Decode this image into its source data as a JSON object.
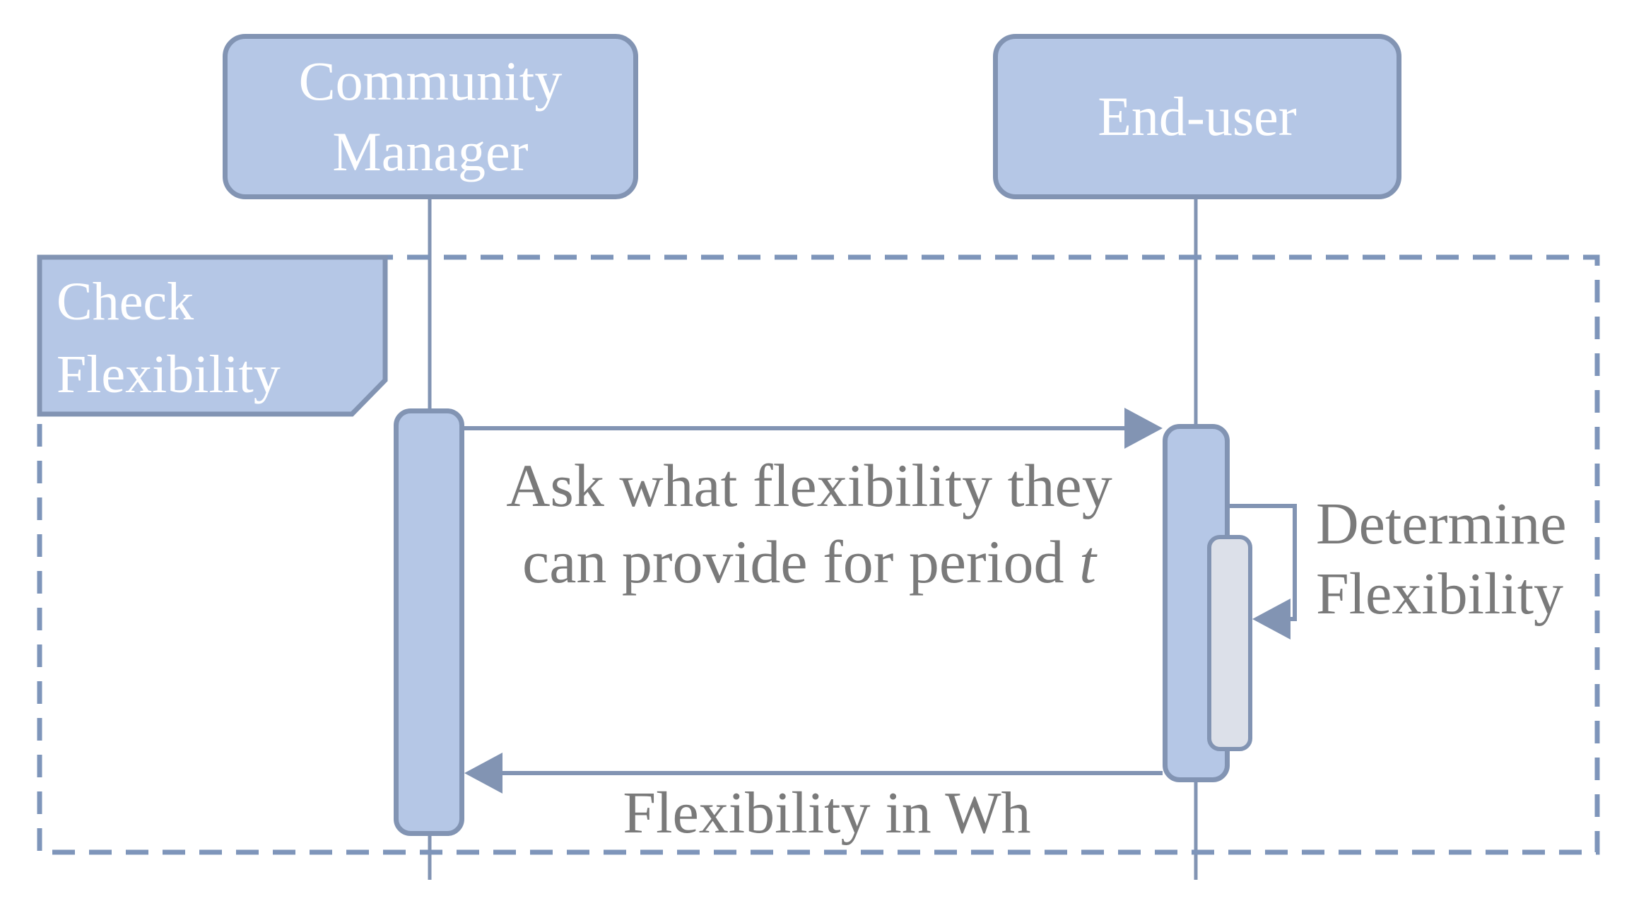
{
  "diagram": {
    "type": "uml-sequence-diagram",
    "actors": [
      {
        "id": "community-manager",
        "label_line1": "Community",
        "label_line2": "Manager"
      },
      {
        "id": "end-user",
        "label_line1": "End-user"
      }
    ],
    "frame": {
      "label_line1": "Check",
      "label_line2": "Flexibility"
    },
    "messages": [
      {
        "id": "ask-flexibility",
        "kind": "call",
        "from": "community-manager",
        "to": "end-user",
        "label_line1": "Ask what flexibility they",
        "label_line2_prefix": "can provide for period ",
        "label_line2_italic": "t"
      },
      {
        "id": "determine-flexibility",
        "kind": "self-call",
        "actor": "end-user",
        "label_line1": "Determine",
        "label_line2": "Flexibility"
      },
      {
        "id": "flexibility-return",
        "kind": "return",
        "from": "end-user",
        "to": "community-manager",
        "label": "Flexibility in Wh"
      }
    ],
    "colors": {
      "node_fill": "#B5C7E6",
      "node_border": "#8294B3",
      "frame_border": "#7E95BA",
      "line": "#8294B3",
      "nested_bar_fill": "#DCE0E9",
      "message_text": "#7A7A7A",
      "actor_text": "#FFFFFF"
    }
  }
}
